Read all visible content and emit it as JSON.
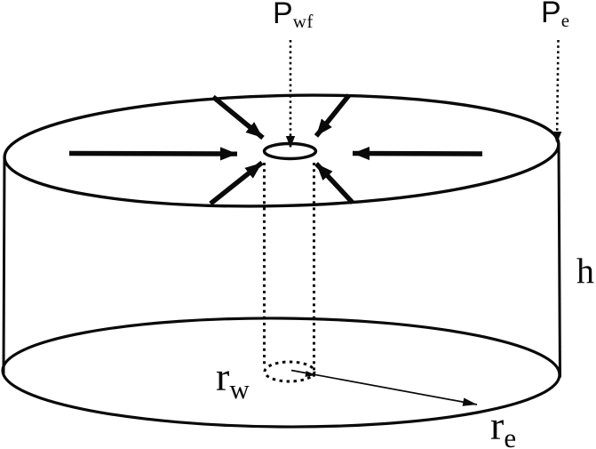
{
  "figure": {
    "background_color": "#ffffff",
    "stroke_color": "#0a0a0a",
    "labels": {
      "p_wf": {
        "main": "P",
        "sub": "wf"
      },
      "p_e": {
        "main": "P",
        "sub": "e"
      },
      "height": {
        "text": "h"
      },
      "r_w": {
        "main": "r",
        "sub": "w"
      },
      "r_e": {
        "main": "r",
        "sub": "e"
      }
    }
  }
}
